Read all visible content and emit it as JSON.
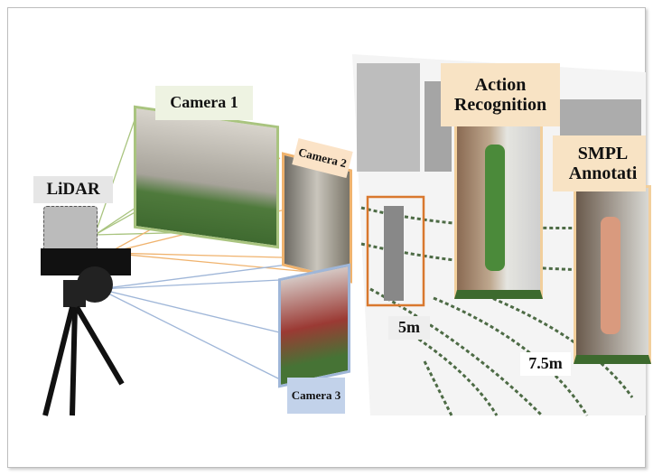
{
  "labels": {
    "lidar": "LiDAR",
    "camera1": "Camera 1",
    "camera2": "Camera 2",
    "camera3": "Camera 3",
    "action_recognition": "Action Recognition",
    "smpl_annotation": "SMPL Annotati",
    "dist_5m": "5m",
    "dist_7_5m": "7.5m"
  },
  "colors": {
    "camera1": "#a9c47f",
    "camera2": "#f0b36e",
    "camera3": "#9fb6d8",
    "task_label_bg": "#f8e3c4",
    "bbox": "#d9782e"
  }
}
